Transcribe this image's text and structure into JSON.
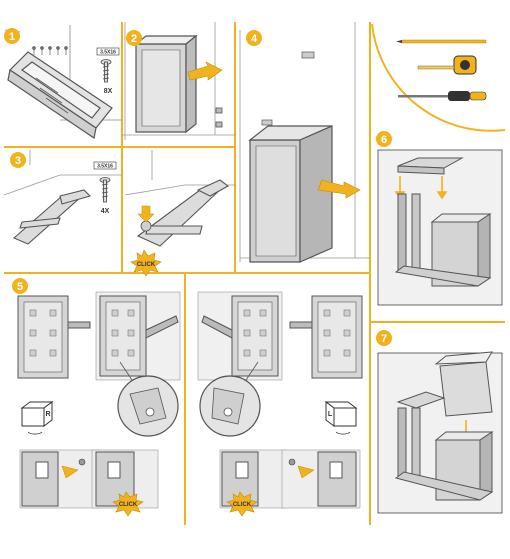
{
  "colors": {
    "accent": "#f2b21e",
    "step_circle": "#f2b21e",
    "line": "#555555",
    "bin_fill": "#d6d6d6",
    "panel_bg": "#eeeeee"
  },
  "steps": [
    {
      "number": "1"
    },
    {
      "number": "2"
    },
    {
      "number": "3"
    },
    {
      "number": "4"
    },
    {
      "number": "5"
    },
    {
      "number": "6"
    },
    {
      "number": "7"
    }
  ],
  "screw_specs": [
    {
      "size": "3.5X16",
      "qty": "8X"
    },
    {
      "size": "3.5X16",
      "qty": "4X"
    }
  ],
  "click_label": "CLICK",
  "rotate_labels": {
    "right": "R",
    "left": "L"
  },
  "tools": [
    {
      "name": "pencil-icon"
    },
    {
      "name": "tape-measure-icon"
    },
    {
      "name": "screwdriver-icon"
    }
  ]
}
